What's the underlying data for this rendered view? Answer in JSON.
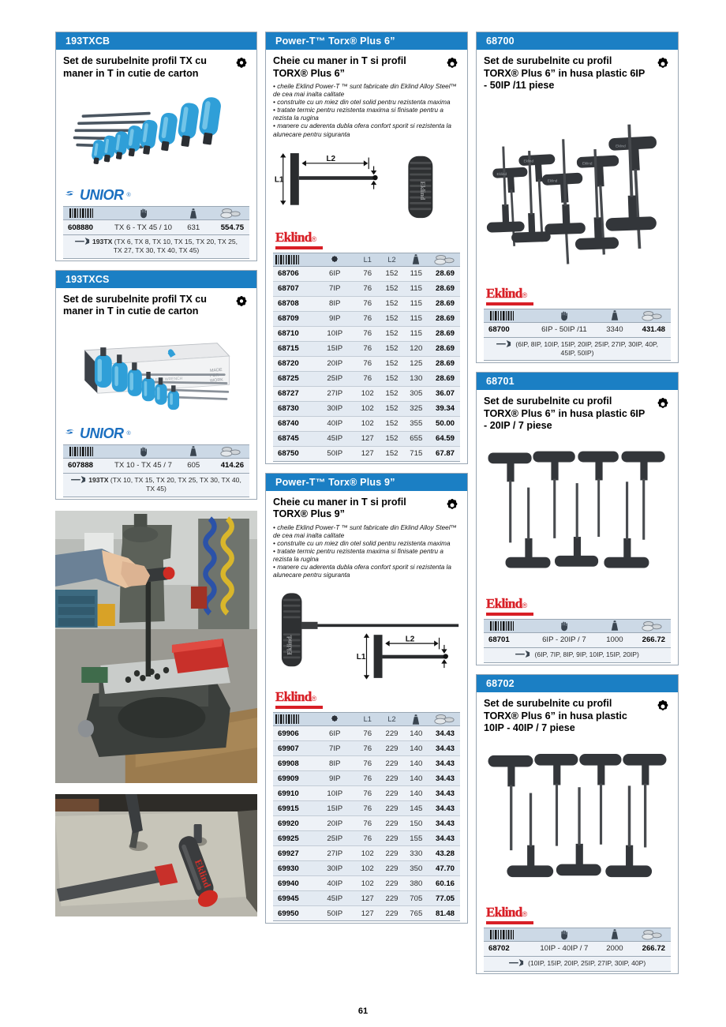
{
  "page": {
    "number": "61"
  },
  "columns": {
    "left": {
      "cards": [
        {
          "header": "193TXCB",
          "title": "Set de surubelnite profil TX cu maner in T in cutie de carton",
          "brand": "UNIOR",
          "table_headers": {
            "code": "barcode-icon",
            "size": "hand-icon",
            "weight": "weight-icon",
            "price": "coins-icon"
          },
          "rows": [
            {
              "code": "608880",
              "size": "TX 6 - TX 45 / 10",
              "weight": "631",
              "price": "554.75"
            }
          ],
          "variant_label": "193TX",
          "variants": "(TX 6, TX 8, TX 10, TX 15, TX 20, TX 25, TX 27, TX 30, TX 40, TX 45)"
        },
        {
          "header": "193TXCS",
          "title": "Set de surubelnite profil TX cu maner in T in cutie de carton",
          "brand": "UNIOR",
          "rows": [
            {
              "code": "607888",
              "size": "TX 10 - TX 45 / 7",
              "weight": "605",
              "price": "414.26"
            }
          ],
          "variant_label": "193TX",
          "variants": "(TX 10, TX 15, TX 20, TX 25, TX 30, TX 40, TX 45)"
        }
      ],
      "photos": [
        {
          "name": "workshop-vise-photo",
          "caption": ""
        },
        {
          "name": "t-handle-closeup-photo",
          "caption": ""
        }
      ]
    },
    "middle": {
      "cards": [
        {
          "header": "Power-T™ Torx® Plus 6”",
          "title": "Cheie cu maner in T si profil TORX® Plus 6”",
          "bullets": [
            "• cheile Eklind Power-T ™ sunt fabricate din Eklind Alloy Steel™ de cea mai inalta calitate",
            "• construite cu un miez din otel solid pentru rezistenta maxima",
            "• tratate termic pentru rezistenta maxima si finisate pentru a rezista la rugina",
            "• manere cu aderenta dubla ofera confort sporit si rezistenta la alunecare pentru siguranta"
          ],
          "brand": "Eklind",
          "diagram": {
            "l1": "L1",
            "l2": "L2"
          },
          "table_headers": {
            "code": "barcode-icon",
            "size": "torx-icon",
            "l1": "L1",
            "l2": "L2",
            "weight": "weight-icon",
            "price": "coins-icon"
          },
          "rows": [
            {
              "code": "68706",
              "size": "6IP",
              "l1": "76",
              "l2": "152",
              "weight": "115",
              "price": "28.69"
            },
            {
              "code": "68707",
              "size": "7IP",
              "l1": "76",
              "l2": "152",
              "weight": "115",
              "price": "28.69"
            },
            {
              "code": "68708",
              "size": "8IP",
              "l1": "76",
              "l2": "152",
              "weight": "115",
              "price": "28.69"
            },
            {
              "code": "68709",
              "size": "9IP",
              "l1": "76",
              "l2": "152",
              "weight": "115",
              "price": "28.69"
            },
            {
              "code": "68710",
              "size": "10IP",
              "l1": "76",
              "l2": "152",
              "weight": "115",
              "price": "28.69"
            },
            {
              "code": "68715",
              "size": "15IP",
              "l1": "76",
              "l2": "152",
              "weight": "120",
              "price": "28.69"
            },
            {
              "code": "68720",
              "size": "20IP",
              "l1": "76",
              "l2": "152",
              "weight": "125",
              "price": "28.69"
            },
            {
              "code": "68725",
              "size": "25IP",
              "l1": "76",
              "l2": "152",
              "weight": "130",
              "price": "28.69"
            },
            {
              "code": "68727",
              "size": "27IP",
              "l1": "102",
              "l2": "152",
              "weight": "305",
              "price": "36.07"
            },
            {
              "code": "68730",
              "size": "30IP",
              "l1": "102",
              "l2": "152",
              "weight": "325",
              "price": "39.34"
            },
            {
              "code": "68740",
              "size": "40IP",
              "l1": "102",
              "l2": "152",
              "weight": "355",
              "price": "50.00"
            },
            {
              "code": "68745",
              "size": "45IP",
              "l1": "127",
              "l2": "152",
              "weight": "655",
              "price": "64.59"
            },
            {
              "code": "68750",
              "size": "50IP",
              "l1": "127",
              "l2": "152",
              "weight": "715",
              "price": "67.87"
            }
          ]
        },
        {
          "header": "Power-T™ Torx® Plus 9”",
          "title": "Cheie cu maner in T si profil TORX® Plus 9”",
          "bullets": [
            "• cheile Eklind Power-T ™ sunt fabricate din Eklind Alloy Steel™ de cea mai inalta calitate",
            "• construite cu un miez din otel solid pentru rezistenta maxima",
            "• tratate termic pentru rezistenta maxima si finisate pentru a rezista la rugina",
            "• manere cu aderenta dubla ofera confort sporit si rezistenta la alunecare pentru siguranta"
          ],
          "brand": "Eklind",
          "diagram": {
            "l1": "L1",
            "l2": "L2"
          },
          "rows": [
            {
              "code": "69906",
              "size": "6IP",
              "l1": "76",
              "l2": "229",
              "weight": "140",
              "price": "34.43"
            },
            {
              "code": "69907",
              "size": "7IP",
              "l1": "76",
              "l2": "229",
              "weight": "140",
              "price": "34.43"
            },
            {
              "code": "69908",
              "size": "8IP",
              "l1": "76",
              "l2": "229",
              "weight": "140",
              "price": "34.43"
            },
            {
              "code": "69909",
              "size": "9IP",
              "l1": "76",
              "l2": "229",
              "weight": "140",
              "price": "34.43"
            },
            {
              "code": "69910",
              "size": "10IP",
              "l1": "76",
              "l2": "229",
              "weight": "140",
              "price": "34.43"
            },
            {
              "code": "69915",
              "size": "15IP",
              "l1": "76",
              "l2": "229",
              "weight": "145",
              "price": "34.43"
            },
            {
              "code": "69920",
              "size": "20IP",
              "l1": "76",
              "l2": "229",
              "weight": "150",
              "price": "34.43"
            },
            {
              "code": "69925",
              "size": "25IP",
              "l1": "76",
              "l2": "229",
              "weight": "155",
              "price": "34.43"
            },
            {
              "code": "69927",
              "size": "27IP",
              "l1": "102",
              "l2": "229",
              "weight": "330",
              "price": "43.28"
            },
            {
              "code": "69930",
              "size": "30IP",
              "l1": "102",
              "l2": "229",
              "weight": "350",
              "price": "47.70"
            },
            {
              "code": "69940",
              "size": "40IP",
              "l1": "102",
              "l2": "229",
              "weight": "380",
              "price": "60.16"
            },
            {
              "code": "69945",
              "size": "45IP",
              "l1": "127",
              "l2": "229",
              "weight": "705",
              "price": "77.05"
            },
            {
              "code": "69950",
              "size": "50IP",
              "l1": "127",
              "l2": "229",
              "weight": "765",
              "price": "81.48"
            }
          ]
        }
      ]
    },
    "right": {
      "cards": [
        {
          "header": "68700",
          "title": "Set de surubelnite cu profil TORX® Plus 6” in husa plastic 6IP - 50IP /11 piese",
          "brand": "Eklind",
          "rows": [
            {
              "code": "68700",
              "size": "6IP - 50IP /11",
              "weight": "3340",
              "price": "431.48"
            }
          ],
          "variant_label": "",
          "variants": "(6IP, 8IP, 10IP, 15IP, 20IP, 25IP, 27IP, 30IP, 40P, 45IP, 50IP)"
        },
        {
          "header": "68701",
          "title": "Set de surubelnite cu profil TORX® Plus 6” in husa plastic 6IP - 20IP / 7 piese",
          "brand": "Eklind",
          "rows": [
            {
              "code": "68701",
              "size": "6IP - 20IP / 7",
              "weight": "1000",
              "price": "266.72"
            }
          ],
          "variant_label": "",
          "variants": "(6IP, 7IP, 8IP, 9IP, 10IP, 15IP, 20IP)"
        },
        {
          "header": "68702",
          "title": "Set de surubelnite cu profil TORX® Plus 6” in husa plastic 10IP - 40IP / 7 piese",
          "brand": "Eklind",
          "rows": [
            {
              "code": "68702",
              "size": "10IP - 40IP / 7",
              "weight": "2000",
              "price": "266.72"
            }
          ],
          "variant_label": "",
          "variants": "(10IP, 15IP, 20IP, 25IP, 27IP, 30IP, 40P)"
        }
      ]
    }
  },
  "colors": {
    "header_blue": "#1b7fc4",
    "table_header": "#ccd9e6",
    "row_bg": "#eef2f7",
    "unior_blue": "#1b6fc0",
    "eklind_red": "#d81f26"
  }
}
